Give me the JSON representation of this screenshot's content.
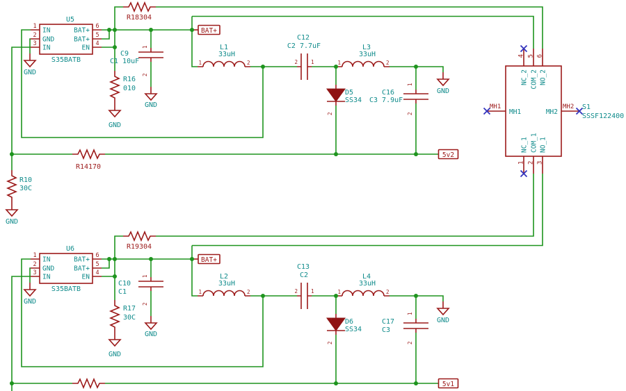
{
  "colors": {
    "wire_green": "#1e941e",
    "component_red": "#9c1a1a",
    "diode_fill": "#8f1414",
    "text_teal": "#0f8b8b",
    "no_connect_blue": "#3434bd",
    "background": "#ffffff"
  },
  "labels": {
    "gnd": "GND",
    "p1": "1",
    "p2": "2"
  },
  "flags": {
    "bat": "BAT+",
    "out_top": "5v2",
    "out_bottom": "5v1"
  },
  "ic_pins": {
    "left_nums": [
      "1",
      "2",
      "3"
    ],
    "right_nums": [
      "6",
      "5",
      "4"
    ],
    "left_names": [
      "IN",
      "GND",
      "IN"
    ],
    "right_names": [
      "BAT+",
      "BAT+",
      "EN"
    ]
  },
  "r10": {
    "ref": "R10",
    "val": "30C"
  },
  "top": {
    "ic_ref": "U5",
    "ic_val": "S35BATB",
    "r_feed": "R18304",
    "c_in_ref": "C9",
    "c_in_val": "C1 10uF",
    "r_en_ref": "R16",
    "r_en_val": "010",
    "l_in_ref": "L1",
    "l_in_val": "33uH",
    "c_ser_ref": "C12",
    "c_ser_val": "C2 7.7uF",
    "l_out_ref": "L3",
    "l_out_val": "33uH",
    "d_ref": "D5",
    "d_val": "SS34",
    "c_out_ref": "C16",
    "c_out_val": "C3 7.9uF",
    "r_rail": "R14170"
  },
  "bottom": {
    "ic_ref": "U6",
    "ic_val": "S35BATB",
    "r_feed": "R19304",
    "c_in_ref": "C10",
    "c_in_val": "C1",
    "r_en_ref": "R17",
    "r_en_val": "30C",
    "l_in_ref": "L2",
    "l_in_val": "33uH",
    "c_ser_ref": "C13",
    "c_ser_val": "C2",
    "l_out_ref": "L4",
    "l_out_val": "33uH",
    "d_ref": "D6",
    "d_val": "SS34",
    "c_out_ref": "C17",
    "c_out_val": "C3",
    "r_rail": ""
  },
  "switch": {
    "ref": "S1",
    "val": "SSSF122400",
    "top_nums": [
      "4",
      "5",
      "6"
    ],
    "top_names": [
      "NC_2",
      "COM_2",
      "NO_2"
    ],
    "bottom_nums": [
      "1",
      "2",
      "3"
    ],
    "bottom_names": [
      "NC_1",
      "COM_1",
      "NO_1"
    ],
    "mh1": "MH1",
    "mh2": "MH2"
  }
}
